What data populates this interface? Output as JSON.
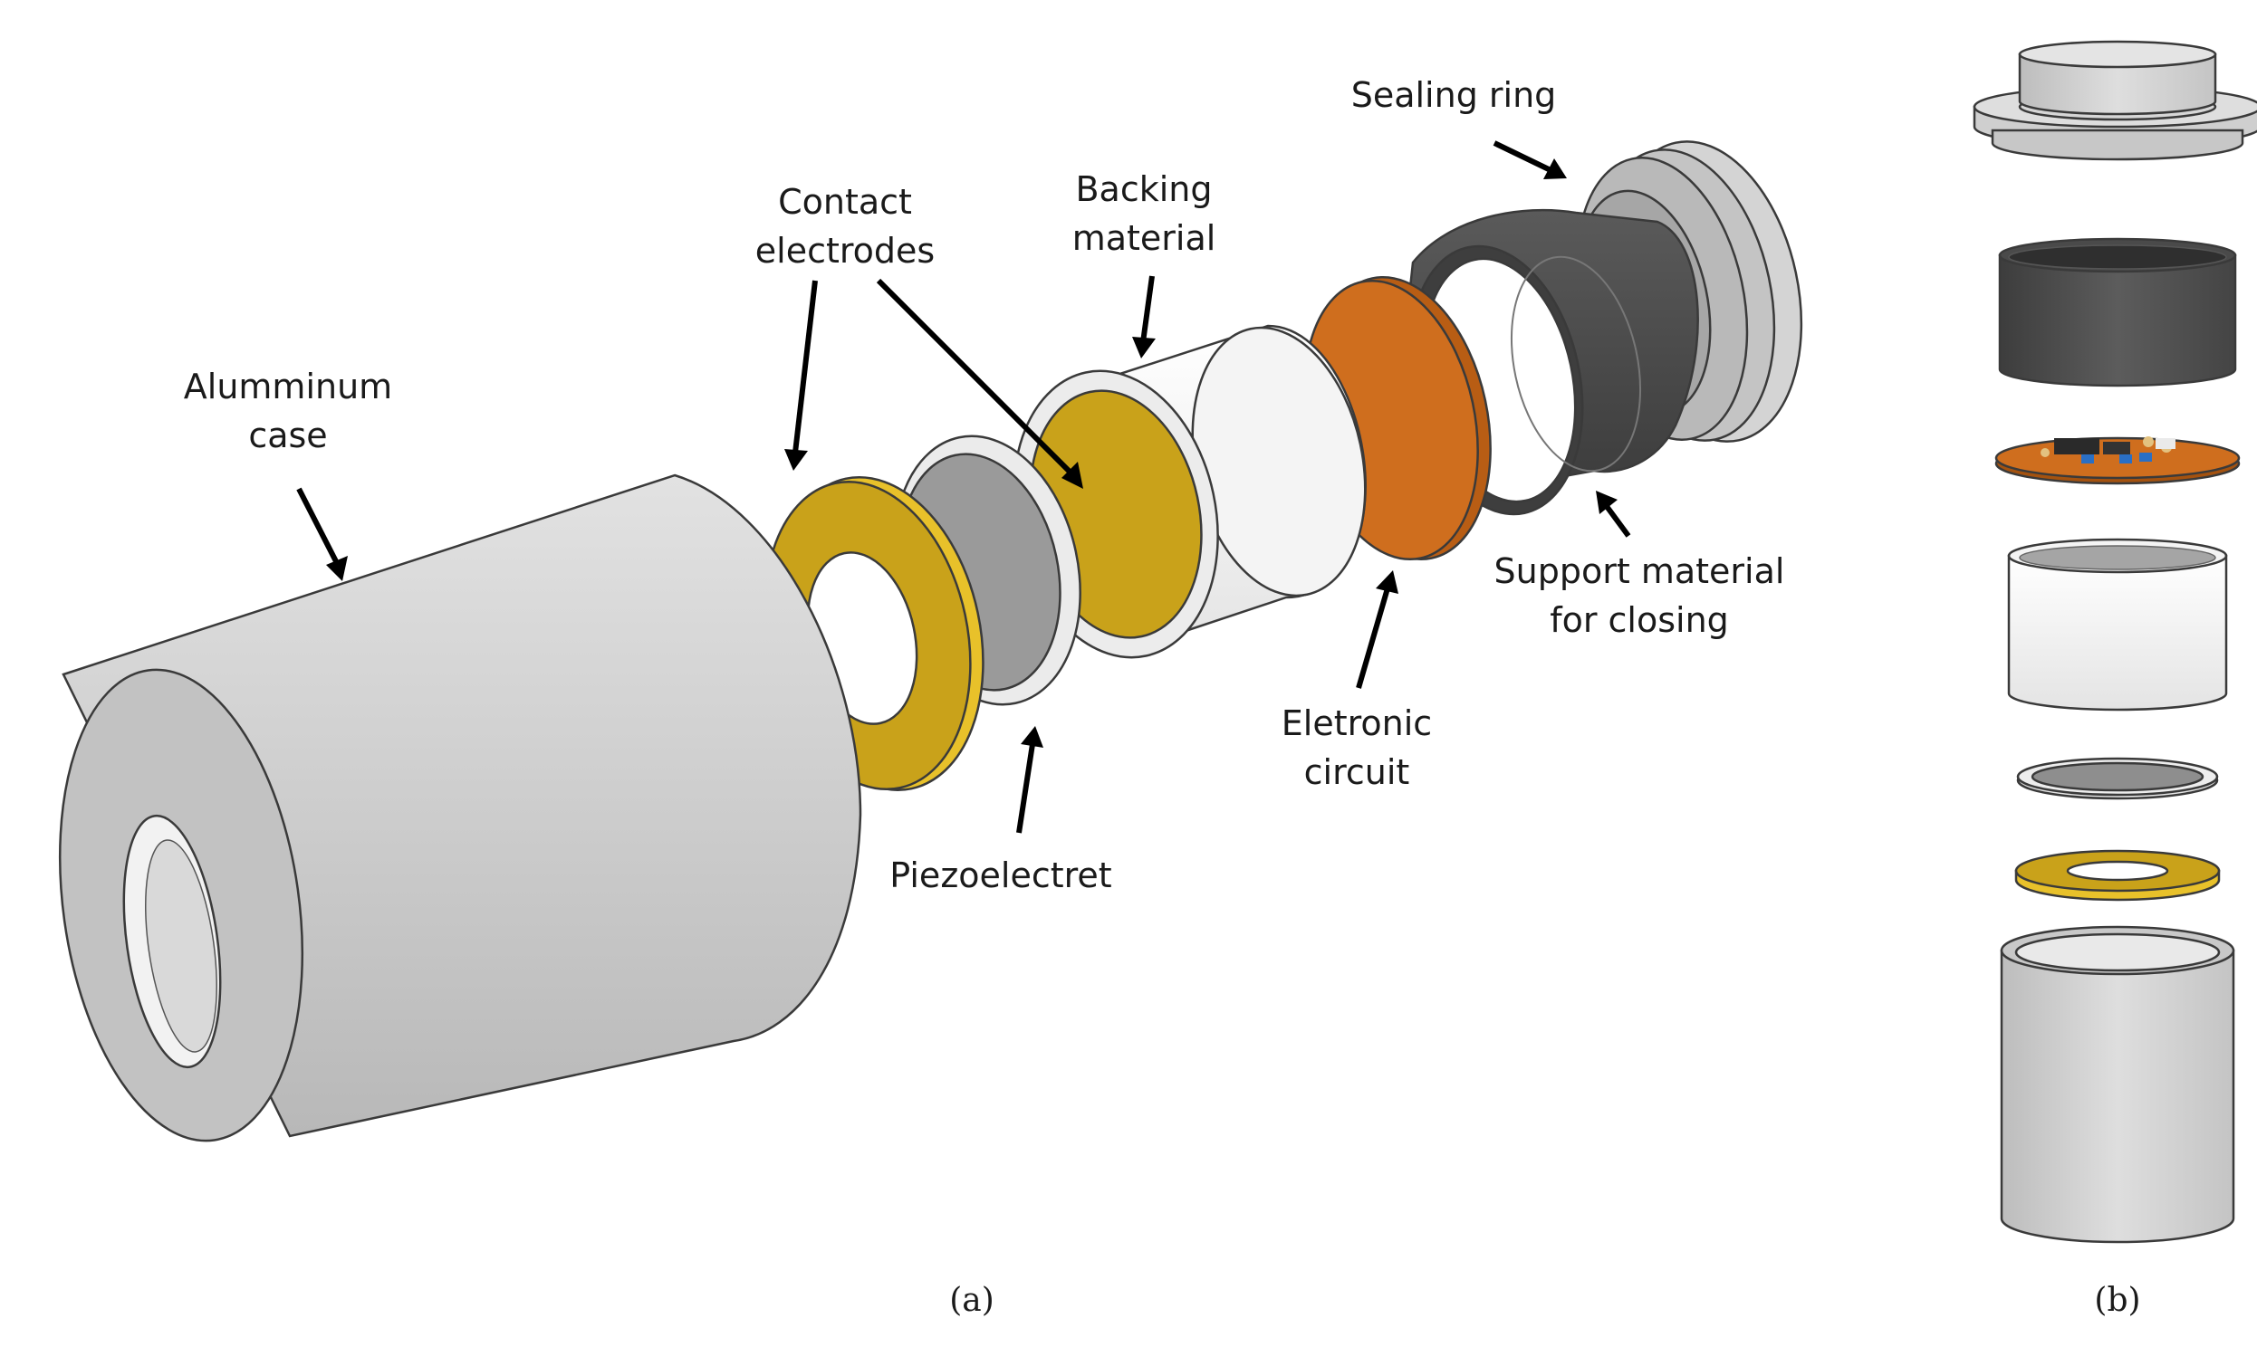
{
  "labels": {
    "aluminum_case": [
      "Alumminum",
      "case"
    ],
    "contact_electrodes": [
      "Contact",
      "electrodes"
    ],
    "piezoelectret": "Piezoelectret",
    "backing_material": [
      "Backing",
      "material"
    ],
    "electronic_circuit": [
      "Eletronic",
      "circuit"
    ],
    "support_material": [
      "Support material",
      "for closing"
    ],
    "sealing_ring": "Sealing ring"
  },
  "captions": {
    "a": "(a)",
    "b": "(b)"
  },
  "colors": {
    "aluminum": "#c9c9c9",
    "electrode_gold": "#c9a21a",
    "piezo_grey": "#9a9a9a",
    "backing_white": "#f2f2f2",
    "circuit_orange": "#cf6e1e",
    "support_dark": "#4d4d4d",
    "sealing_grey": "#b9b9b9"
  }
}
